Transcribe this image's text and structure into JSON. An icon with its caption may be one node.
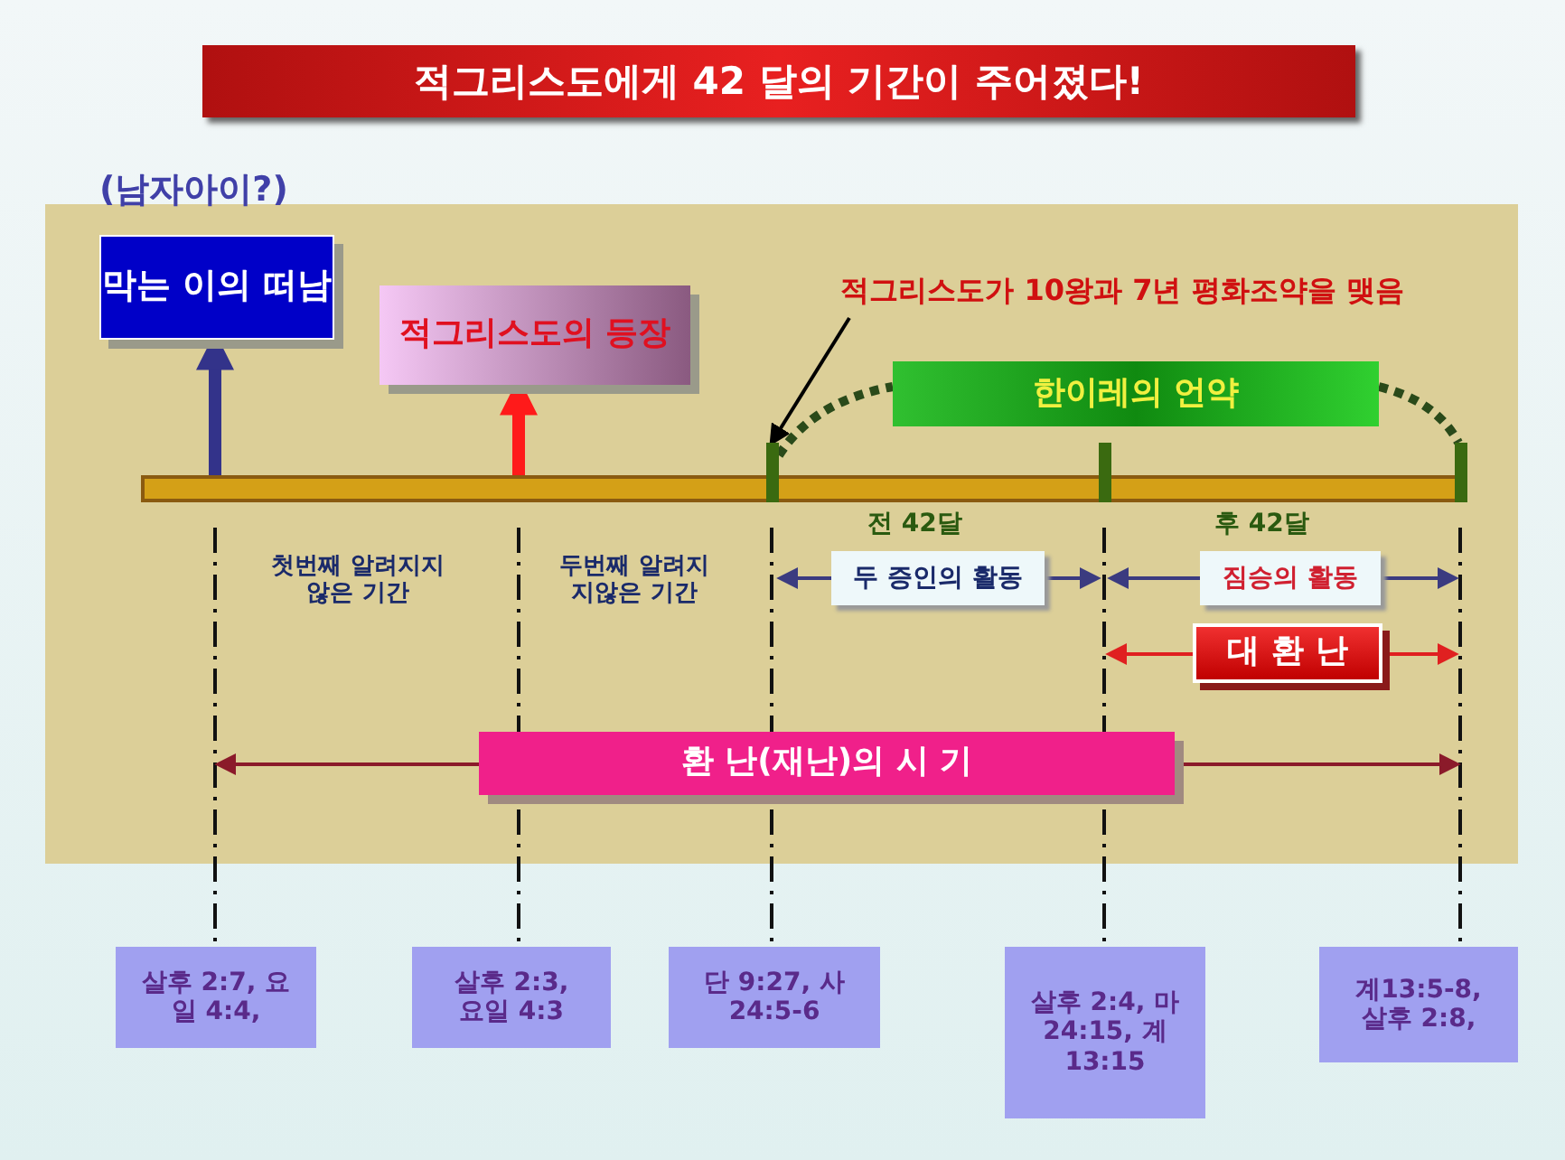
{
  "diagram": {
    "title": "적그리스도에게 42 달의 기간이 주어졌다!",
    "nodes": [
      {
        "text": [
          "막는 이의 떠남"
        ],
        "beside": [
          "(남자아이?)"
        ]
      },
      {
        "text": [
          "적그리스도의 등장"
        ]
      },
      {
        "text": [
          "적그리스도가 10왕과 7년 평화조약을 맺음"
        ]
      },
      {
        "text": [
          "한이레의 언약"
        ]
      },
      {
        "text": [
          "두 증인의 활동"
        ],
        "beside": [
          "전 42달"
        ]
      },
      {
        "text": [
          "짐승의 활동"
        ],
        "beside": [
          "후 42달"
        ]
      },
      {
        "text": [
          "대 환 난"
        ]
      },
      {
        "text": [
          "환 난(재난)의 시 기"
        ]
      },
      {
        "text": [
          "첫번째 알려지지않은 기간"
        ]
      },
      {
        "text": [
          "두번째 알려지지않은 기간"
        ]
      },
      {
        "text": [
          "살후 2:7, 요일 4:4,"
        ]
      },
      {
        "text": [
          "살후 2:3, 요일 4:3"
        ]
      },
      {
        "text": [
          "단 9:27, 사 24:5-6"
        ]
      },
      {
        "text": [
          "살후 2:4, 마 24:15, 계 13:15"
        ]
      },
      {
        "text": [
          "계13:5-8, 살후 2:8,"
        ]
      },
      {
        "text": [],
        "shape": "bar"
      },
      {
        "text": [],
        "shape": "bar"
      },
      {
        "text": [],
        "shape": "bar"
      },
      {
        "text": [],
        "shape": "bar"
      }
    ],
    "edges": [
      {
        "from": 18,
        "to": 0,
        "arrow": "to",
        "style": "thick",
        "color": "#33338a"
      },
      {
        "from": 18,
        "to": 1,
        "arrow": "to",
        "style": "thick",
        "color": "#ff1a1a"
      },
      {
        "from": 2,
        "to": 15,
        "arrow": "to",
        "color": "#000000"
      },
      {
        "from": 15,
        "to": 3,
        "arrow": "none",
        "style": "dashed",
        "color": "#2a4a1a"
      },
      {
        "from": 3,
        "to": 17,
        "arrow": "none",
        "style": "dashed",
        "color": "#2a4a1a"
      },
      {
        "from": 4,
        "to": null,
        "arrow": "to",
        "color": "#3b3b80"
      },
      {
        "from": 4,
        "to": null,
        "arrow": "to",
        "color": "#3b3b80"
      },
      {
        "from": 5,
        "to": null,
        "arrow": "to",
        "color": "#3b3b80"
      },
      {
        "from": 5,
        "to": null,
        "arrow": "to",
        "color": "#3b3b80"
      },
      {
        "from": 6,
        "to": null,
        "arrow": "to",
        "color": "#e02020"
      },
      {
        "from": 6,
        "to": null,
        "arrow": "to",
        "color": "#e02020"
      },
      {
        "from": 7,
        "to": null,
        "arrow": "to",
        "color": "#8b1a2a"
      },
      {
        "from": 7,
        "to": null,
        "arrow": "to",
        "color": "#8b1a2a"
      }
    ]
  }
}
